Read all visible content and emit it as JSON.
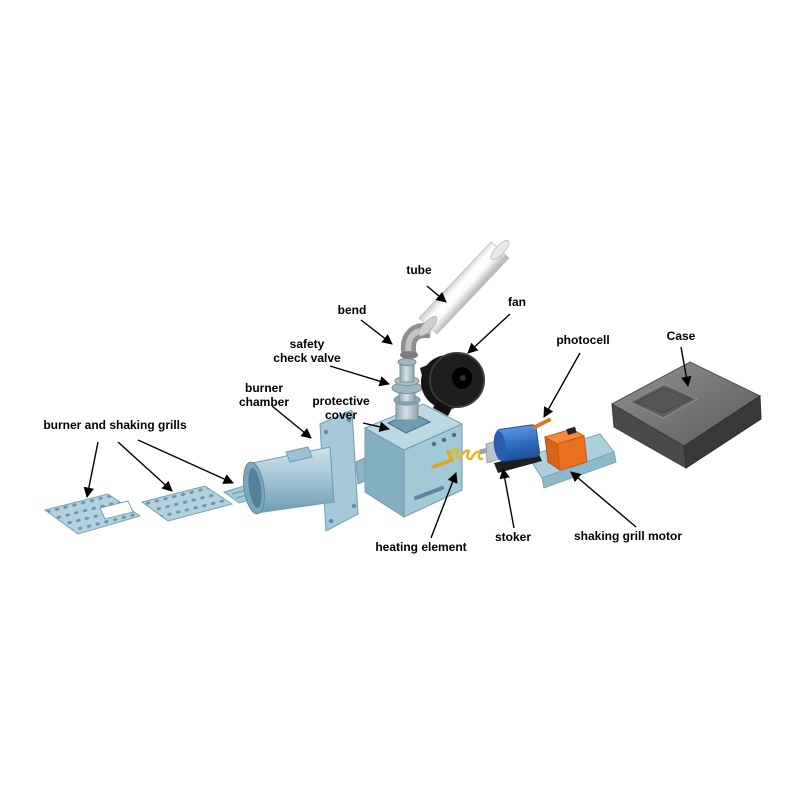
{
  "diagram": {
    "labels": {
      "burner_and_shaking_grills": "burner and shaking grills",
      "burner_chamber": "burner\nchamber",
      "safety_check_valve": "safety\ncheck valve",
      "bend": "bend",
      "tube": "tube",
      "fan": "fan",
      "protective_cover": "protective\ncover",
      "photocell": "photocell",
      "case": "Case",
      "heating_element": "heating element",
      "stoker": "stoker",
      "shaking_grill_motor": "shaking grill motor"
    },
    "colors": {
      "background": "#ffffff",
      "label_text": "#000000",
      "arrow": "#000000",
      "part_blue": "#a9cdd9",
      "part_blue_dark": "#6f9cb1",
      "fan_black": "#1e1e1e",
      "tube_white": "#f2f2f2",
      "stoker_blue": "#2f6fc1",
      "motor_orange": "#e8641e",
      "heating_yellow": "#dfb31c",
      "case_gray": "#6e6e6e"
    }
  }
}
